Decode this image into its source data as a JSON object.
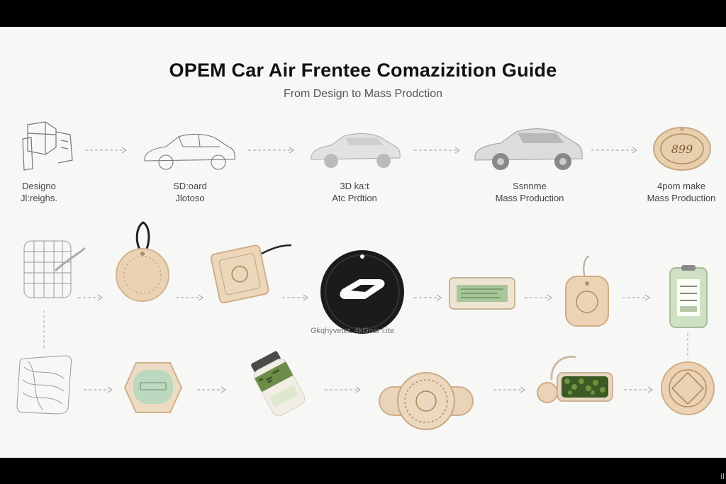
{
  "header": {
    "title": "OPEM Car Air Frentee Comazizition Guide",
    "subtitle": "From Design to Mass Prodction"
  },
  "row1": {
    "labels": [
      [
        "Designo",
        "Jl:reighs."
      ],
      [
        "SD:oard",
        "Jlotoso"
      ],
      [
        "3D ka:t",
        "Atc Prdtion"
      ],
      [
        "Ssnnme",
        "Mass Production"
      ],
      [
        "4pom make",
        "Mass Production"
      ]
    ]
  },
  "row2": {
    "note": "Gkqhyvetet. 4kGoar l:ite"
  },
  "badge_text": "899",
  "watermark": "il"
}
